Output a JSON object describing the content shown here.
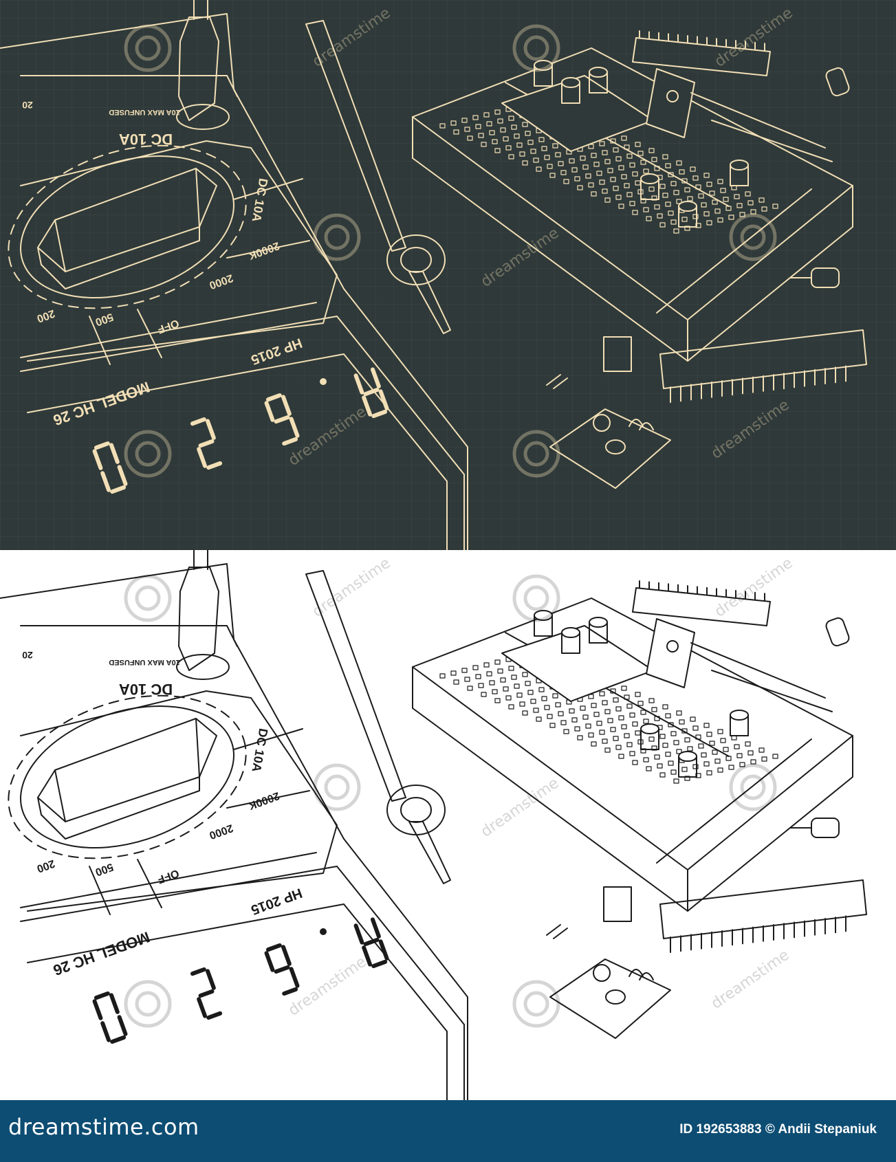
{
  "colors": {
    "dark_background": "#2f3939",
    "dark_grid": "#3c4747",
    "line_cream": "#f2dfb6",
    "light_background": "#ffffff",
    "line_black": "#1b1b1b",
    "footer_background": "#0d4d73",
    "footer_text": "#ffffff"
  },
  "multimeter": {
    "model_label": "MODEL HC 26",
    "series_label": "HP 2015",
    "display_digits": "A620",
    "dial_labels": {
      "dc_10a_top": "DC 10A",
      "dc_10a_side": "DC 10A",
      "range_2000k": "2000K",
      "range_2000": "2000",
      "range_500": "500",
      "range_200": "200",
      "off": "OFF",
      "range_20": "20",
      "fused": "10A MAX UNFUSED"
    }
  },
  "watermark": {
    "brand": "dreamstime"
  },
  "footer": {
    "logo_text": "dreamstime.com",
    "credit_text": "ID 192653883 © Andii Stepaniuk"
  }
}
